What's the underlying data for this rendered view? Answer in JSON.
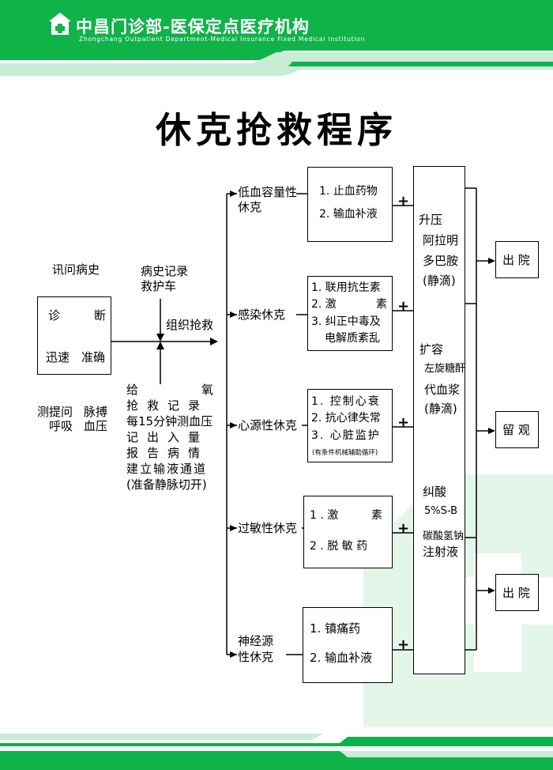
{
  "colors": {
    "brand_green": "#10b24a",
    "light_green": "#c9ecd4",
    "ink": "#000000"
  },
  "header": {
    "org_name": "中昌门诊部-医保定点医疗机构",
    "org_name_en": "Zhongchang Outpatient Department-Medical Insurance Fixed Medical Institution",
    "logo_icon": "clinic-house-cross-icon"
  },
  "title": "休克抢救程序",
  "left": {
    "inquiry": "讯问病史",
    "diagnosis_box": {
      "line1_a": "诊",
      "line1_b": "断",
      "line2_a": "迅速",
      "line2_b": "准确"
    },
    "measure": {
      "line1_a": "测提问",
      "line1_b": "脉搏",
      "line2_a": "呼吸",
      "line2_b": "血压"
    }
  },
  "center": {
    "history_record": "病史记录",
    "rescue_cart": "救护车",
    "organize": "组织抢救",
    "actions": {
      "oxygen_a": "给",
      "oxygen_b": "氧",
      "record": "抢救记录",
      "bp": "每15分钟测血压",
      "io": "记出入量",
      "report": "报告病情",
      "iv": "建立输液通道",
      "iv_note": "(准备静脉切开)"
    }
  },
  "types": [
    {
      "label_line1": "低血容量性",
      "label_line2": "休克",
      "treatments": [
        "1. 止血药物",
        "2. 输血补液"
      ]
    },
    {
      "label_line1": "感染休克",
      "treatments": [
        "1. 联用抗生素",
        "2. 激",
        "素",
        "3. 纠正中毒及",
        "电解质紊乱"
      ]
    },
    {
      "label_line1": "心源性休克",
      "treatments": [
        "1. 控制心衰",
        "2. 抗心律失常",
        "3. 心脏监护"
      ],
      "note": "(有条件机械辅助循环)"
    },
    {
      "label_line1": "过敏性休克",
      "treatments": [
        "1 . 激",
        "素",
        "2 . 脱 敏 药"
      ]
    },
    {
      "label_line1": "神经源",
      "label_line2": "性休克",
      "treatments": [
        "1. 镇痛药",
        "2. 输血补液"
      ]
    }
  ],
  "plus": "+",
  "drugs": {
    "pressor": "升压",
    "pressor_items": [
      "阿拉明",
      "多巴胺",
      "(静滴)"
    ],
    "expand": "扩容",
    "expand_items": [
      "左旋糖酐",
      "代血浆",
      "(静滴)"
    ],
    "acid": "纠酸",
    "acid_items": [
      "5%S-B",
      "碳酸氢钠",
      "注射液"
    ]
  },
  "outcomes": [
    "出 院",
    "留 观",
    "出 院"
  ]
}
